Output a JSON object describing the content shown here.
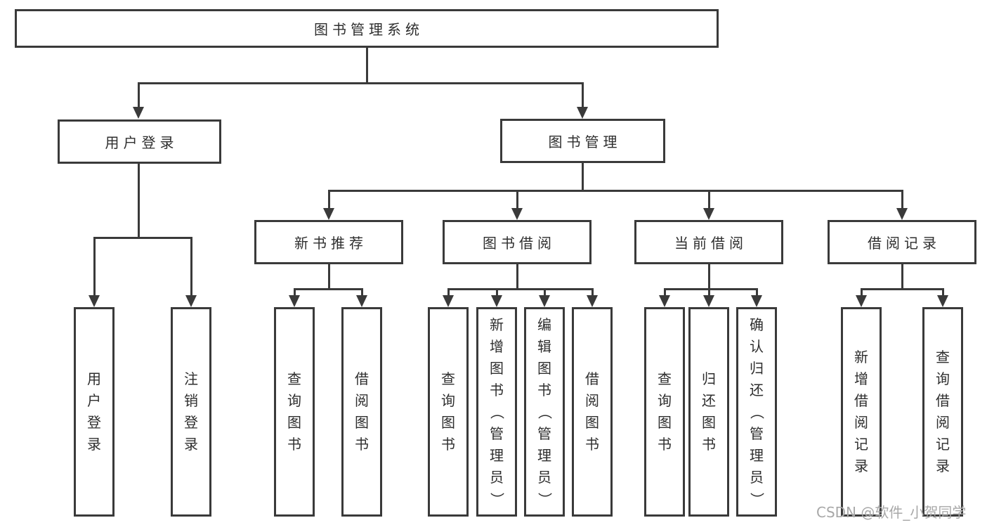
{
  "diagram": {
    "title": "图书管理系统",
    "watermark": "CSDN @软件_小贺同学",
    "colors": {
      "line": "#3a3a3a",
      "text": "#2e2e2e",
      "watermark": "#a8a8a8",
      "background": "#ffffff"
    },
    "nodes": {
      "root": "图书管理系统",
      "user_login": "用户登录",
      "book_mgmt": "图书管理",
      "new_book_rec": "新书推荐",
      "book_borrow": "图书借阅",
      "current_borrow": "当前借阅",
      "borrow_records": "借阅记录",
      "leaf_user_login": "用户登录",
      "leaf_logout": "注销登录",
      "leaf_nbr_query": "查询图书",
      "leaf_nbr_borrow": "借阅图书",
      "leaf_bb_query": "查询图书",
      "leaf_bb_add": "新增图书（管理员）",
      "leaf_bb_edit": "编辑图书（管理员）",
      "leaf_bb_borrow": "借阅图书",
      "leaf_cb_query": "查询图书",
      "leaf_cb_return": "归还图书",
      "leaf_cb_confirm": "确认归还（管理员）",
      "leaf_br_add": "新增借阅记录",
      "leaf_br_query": "查询借阅记录"
    },
    "hierarchy": {
      "图书管理系统": {
        "用户登录": [
          "用户登录",
          "注销登录"
        ],
        "图书管理": {
          "新书推荐": [
            "查询图书",
            "借阅图书"
          ],
          "图书借阅": [
            "查询图书",
            "新增图书（管理员）",
            "编辑图书（管理员）",
            "借阅图书"
          ],
          "当前借阅": [
            "查询图书",
            "归还图书",
            "确认归还（管理员）"
          ],
          "借阅记录": [
            "新增借阅记录",
            "查询借阅记录"
          ]
        }
      }
    }
  }
}
